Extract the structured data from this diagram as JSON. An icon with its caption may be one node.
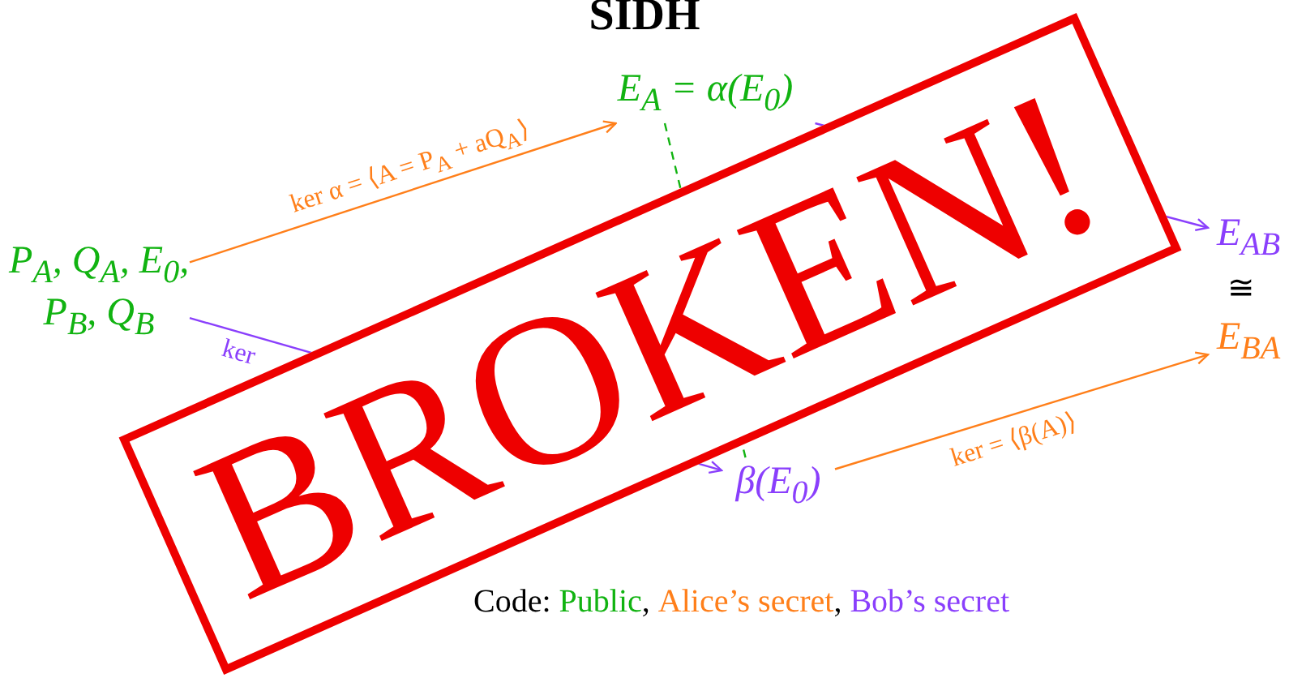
{
  "diagram": {
    "title": "SIDH",
    "nodes": [
      {
        "text": [
          "P$_{A}$, Q$_{A}$, E$_{0}$, P$_{B}$, Q$_{B}$"
        ]
      },
      {
        "text": [
          "E$_{A}$ = α(E$_{0}$)"
        ]
      },
      {
        "text": [
          "E$_{AB}$"
        ]
      },
      {
        "text": [
          "E$_{BA}$"
        ]
      },
      {
        "text": [
          "β(E$_{0}$)"
        ]
      }
    ],
    "edges": [
      {
        "from": 0,
        "to": 1,
        "arrow": "to",
        "label": "ker α = ⟨A = P$_{A}$ + aQ$_{A}$⟩",
        "color": "#ff7f1a"
      },
      {
        "from": 0,
        "to": 4,
        "arrow": "to",
        "label": "ker",
        "color": "#8a3ffc"
      },
      {
        "from": 1,
        "to": 2,
        "arrow": "to",
        "color": "#8a3ffc"
      },
      {
        "from": 1,
        "to": 4,
        "arrow": "none",
        "style": "dashed",
        "color": "#11b311"
      },
      {
        "from": 4,
        "to": 3,
        "arrow": "to",
        "label": "ker = ⟨β(A)⟩",
        "color": "#ff7f1a"
      }
    ],
    "labels": [
      "≅",
      "Code:",
      ",",
      ",",
      "BROKEN!"
    ],
    "legend": [
      {
        "text": "Public",
        "color": "#11b311"
      },
      {
        "text": "Alice’s secret",
        "color": "#ff7f1a"
      },
      {
        "text": "Bob’s secret",
        "color": "#8a3ffc"
      }
    ]
  }
}
